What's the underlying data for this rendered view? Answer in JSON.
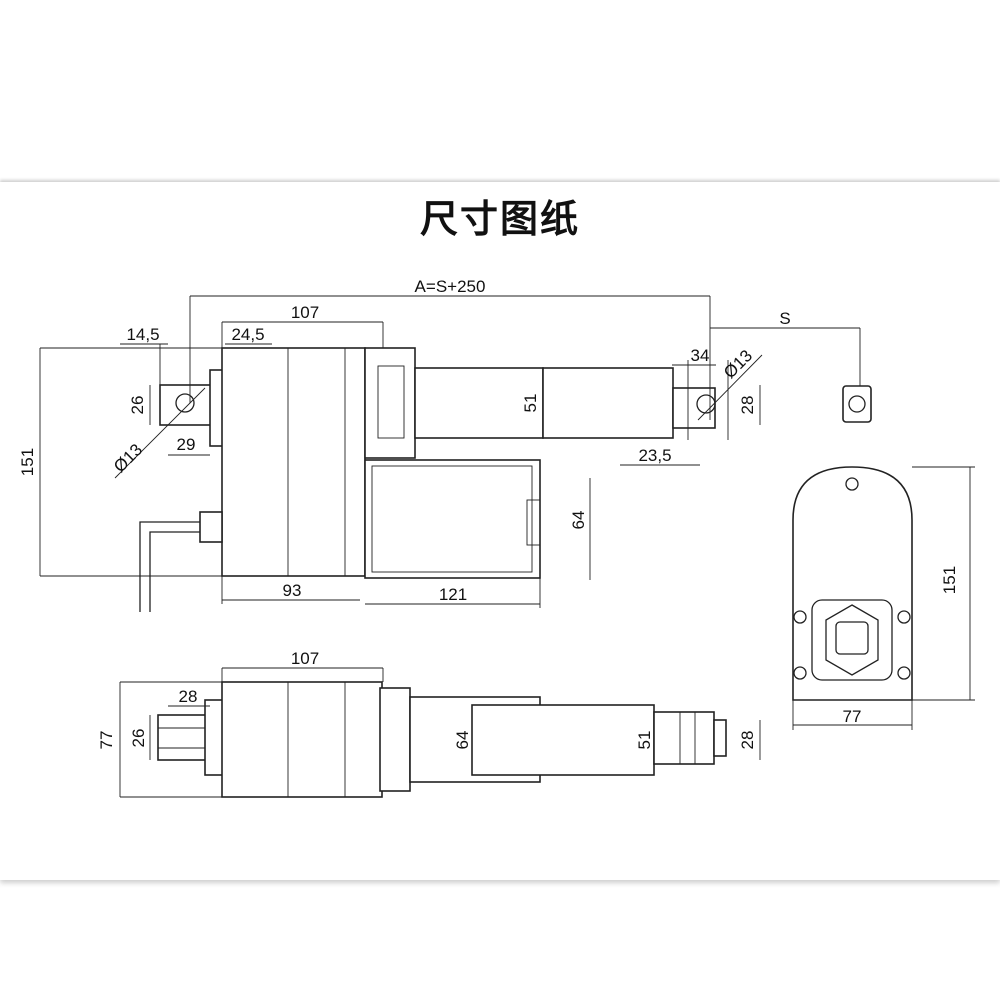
{
  "title": "尺寸图纸",
  "dimensions": {
    "top_view": {
      "total_length": "A=S+250",
      "stroke": "S",
      "housing_length": "107",
      "rear_offset": "14,5",
      "rear_clevis_offset": "24,5",
      "overall_height": "151",
      "rear_clevis_height": "26",
      "rear_hole": "Ø13",
      "rear_clevis_width": "29",
      "rod_diameter": "51",
      "front_clevis_length": "34",
      "front_hole": "Ø13",
      "front_clevis_height": "28",
      "front_end_offset": "23,5",
      "motor_diameter": "64",
      "housing_base": "93",
      "motor_length": "121"
    },
    "end_view": {
      "height": "151",
      "width": "77"
    },
    "side_view": {
      "housing_length": "107",
      "rear_clevis_width": "28",
      "overall_height": "77",
      "rear_clevis_height": "26",
      "tube_diameter": "64",
      "rod_diameter": "51",
      "front_clevis_height": "28"
    }
  }
}
